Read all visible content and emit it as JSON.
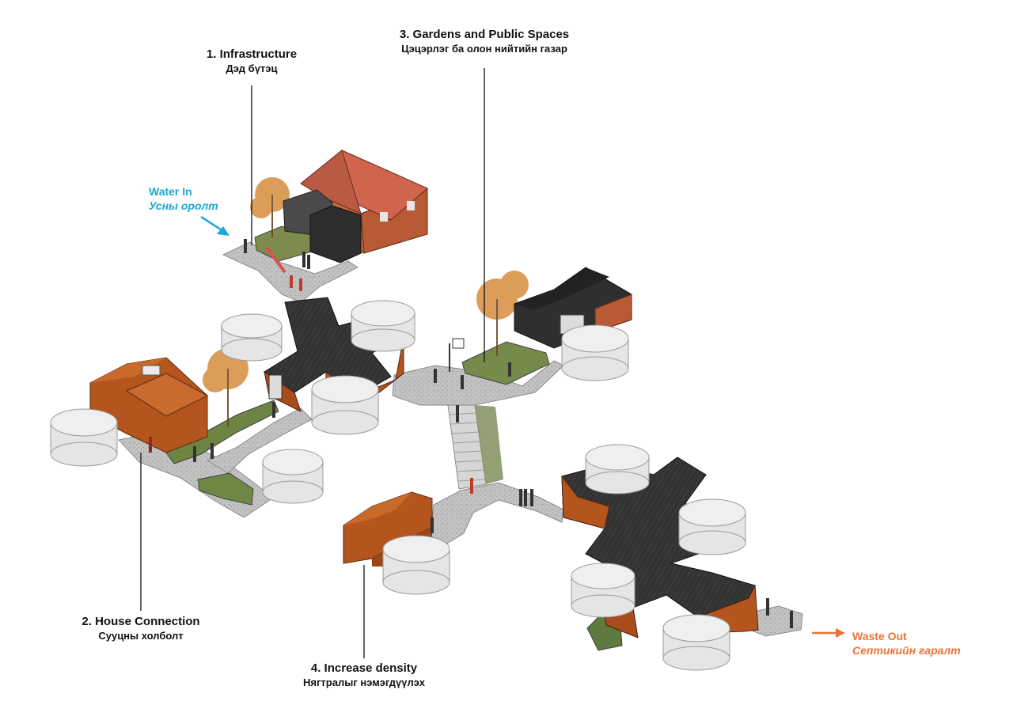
{
  "labels": {
    "infrastructure": {
      "en": "1. Infrastructure",
      "mn": "Дэд бүтэц"
    },
    "house_connection": {
      "en": "2. House Connection",
      "mn": "Сууцны холболт"
    },
    "gardens": {
      "en": "3. Gardens and Public Spaces",
      "mn": "Цэцэрлэг ба олон нийтийн газар"
    },
    "density": {
      "en": "4. Increase density",
      "mn": "Нягтралыг нэмэгдүүлэх"
    }
  },
  "flows": {
    "water_in": {
      "en": "Water In",
      "mn": "Усны оролт"
    },
    "waste_out": {
      "en": "Waste Out",
      "mn": "Септикийн гаралт"
    }
  },
  "colors": {
    "water": "#1aa7d8",
    "waste": "#e8733a",
    "path": "#b9b9b9",
    "roof_red": "#d0644c",
    "roof_dark": "#2f2f2f",
    "wall_rust": "#b5551e",
    "ger": "#e4e6e5"
  }
}
